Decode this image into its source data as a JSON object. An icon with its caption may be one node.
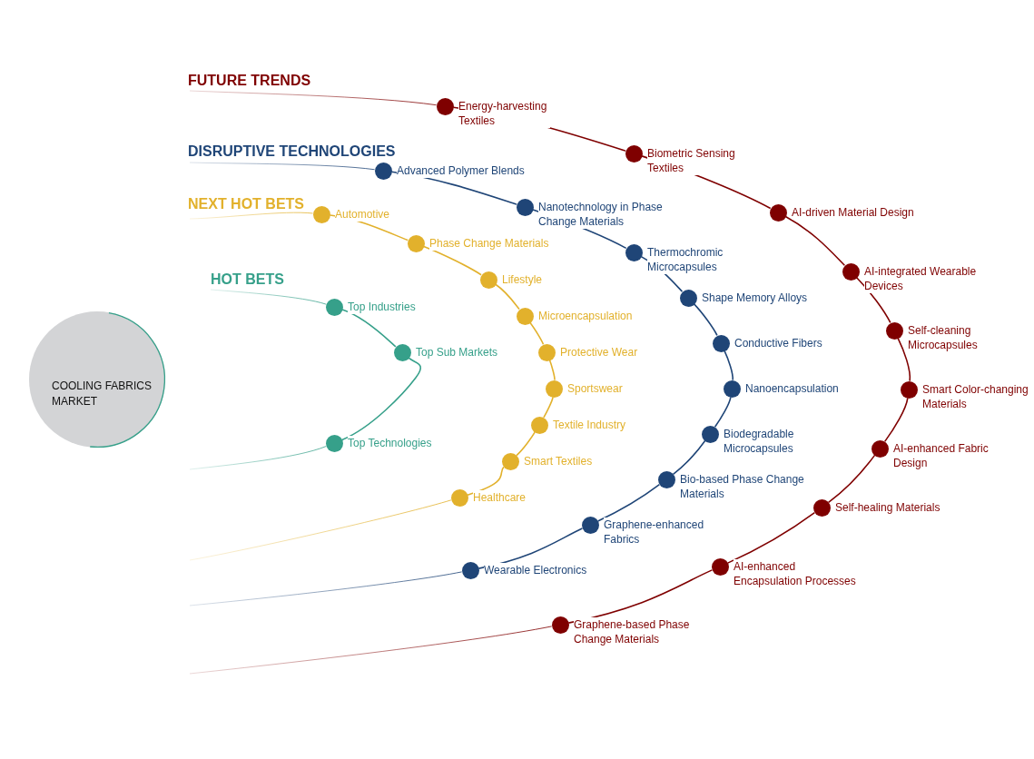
{
  "diagram": {
    "nodes": [
      {
        "text": [
          "COOLING FABRICS MARKET"
        ]
      },
      {
        "text": [
          "FUTURE TRENDS"
        ]
      },
      {
        "text": [],
        "shape": "circle",
        "beside": [
          "Energy-harvesting Textiles"
        ]
      },
      {
        "text": [],
        "shape": "circle",
        "beside": [
          "Biometric Sensing Textiles"
        ]
      },
      {
        "text": [],
        "shape": "circle",
        "beside": [
          "AI-driven Material Design"
        ]
      },
      {
        "text": [],
        "shape": "circle",
        "beside": [
          "AI-integrated Wearable Devices"
        ]
      },
      {
        "text": [],
        "shape": "circle",
        "beside": [
          "Self-cleaning Microcapsules"
        ]
      },
      {
        "text": [],
        "shape": "circle",
        "beside": [
          "Smart Color-changing Materials"
        ]
      },
      {
        "text": [],
        "shape": "circle",
        "beside": [
          "AI-enhanced Fabric Design"
        ]
      },
      {
        "text": [],
        "shape": "circle",
        "beside": [
          "Self-healing Materials"
        ]
      },
      {
        "text": [],
        "shape": "circle",
        "beside": [
          "AI-enhanced Encapsulation Processes"
        ]
      },
      {
        "text": [],
        "shape": "circle",
        "beside": [
          "Graphene-based Phase Change Materials"
        ]
      },
      {
        "text": [
          "DISRUPTIVE TECHNOLOGIES"
        ]
      },
      {
        "text": [],
        "shape": "circle",
        "beside": [
          "Advanced Polymer Blends"
        ]
      },
      {
        "text": [],
        "shape": "circle",
        "beside": [
          "Nanotechnology in Phase Change Materials"
        ]
      },
      {
        "text": [],
        "shape": "circle",
        "beside": [
          "Thermochromic Microcapsules"
        ]
      },
      {
        "text": [],
        "shape": "circle",
        "beside": [
          "Shape Memory Alloys"
        ]
      },
      {
        "text": [],
        "shape": "circle",
        "beside": [
          "Conductive Fibers"
        ]
      },
      {
        "text": [],
        "shape": "circle",
        "beside": [
          "Nanoencapsulation"
        ]
      },
      {
        "text": [],
        "shape": "circle",
        "beside": [
          "Biodegradable Microcapsules"
        ]
      },
      {
        "text": [],
        "shape": "circle",
        "beside": [
          "Bio-based Phase Change Materials"
        ]
      },
      {
        "text": [],
        "shape": "circle",
        "beside": [
          "Graphene-enhanced Fabrics"
        ]
      },
      {
        "text": [],
        "shape": "circle",
        "beside": [
          "Wearable Electronics"
        ]
      },
      {
        "text": [
          "NEXT HOT BETS"
        ]
      },
      {
        "text": [],
        "shape": "circle",
        "beside": [
          "Automotive"
        ]
      },
      {
        "text": [],
        "shape": "circle",
        "beside": [
          "Phase Change Materials"
        ]
      },
      {
        "text": [],
        "shape": "circle",
        "beside": [
          "Lifestyle"
        ]
      },
      {
        "text": [],
        "shape": "circle",
        "beside": [
          "Microencapsulation"
        ]
      },
      {
        "text": [],
        "shape": "circle",
        "beside": [
          "Protective Wear"
        ]
      },
      {
        "text": [],
        "shape": "circle",
        "beside": [
          "Sportswear"
        ]
      },
      {
        "text": [],
        "shape": "circle",
        "beside": [
          "Textile Industry"
        ]
      },
      {
        "text": [],
        "shape": "circle",
        "beside": [
          "Smart Textiles"
        ]
      },
      {
        "text": [],
        "shape": "circle",
        "beside": [
          "Healthcare"
        ]
      },
      {
        "text": [
          "HOT BETS"
        ]
      },
      {
        "text": [],
        "shape": "circle",
        "beside": [
          "Top Industries"
        ]
      },
      {
        "text": [],
        "shape": "circle",
        "beside": [
          "Top Sub Markets"
        ]
      },
      {
        "text": [],
        "shape": "circle",
        "beside": [
          "Top Technologies"
        ]
      }
    ],
    "edges": [
      {
        "from": 1,
        "to": 2,
        "arrow": "none",
        "color": "#7f0000"
      },
      {
        "from": 2,
        "to": 3,
        "arrow": "none",
        "color": "#7f0000"
      },
      {
        "from": 3,
        "to": 4,
        "arrow": "none",
        "color": "#7f0000"
      },
      {
        "from": 4,
        "to": 5,
        "arrow": "none",
        "color": "#7f0000"
      },
      {
        "from": 5,
        "to": 6,
        "arrow": "none",
        "color": "#7f0000"
      },
      {
        "from": 6,
        "to": 7,
        "arrow": "none",
        "color": "#7f0000"
      },
      {
        "from": 7,
        "to": 8,
        "arrow": "none",
        "color": "#7f0000"
      },
      {
        "from": 8,
        "to": 9,
        "arrow": "none",
        "color": "#7f0000"
      },
      {
        "from": 9,
        "to": 10,
        "arrow": "none",
        "color": "#7f0000"
      },
      {
        "from": 10,
        "to": 11,
        "arrow": "none",
        "color": "#7f0000"
      },
      {
        "from": 11,
        "to": null,
        "arrow": "none",
        "color": "#7f0000"
      },
      {
        "from": 12,
        "to": 13,
        "arrow": "none",
        "color": "#1f4577"
      },
      {
        "from": 13,
        "to": 14,
        "arrow": "none",
        "color": "#1f4577"
      },
      {
        "from": 14,
        "to": 15,
        "arrow": "none",
        "color": "#1f4577"
      },
      {
        "from": 15,
        "to": 16,
        "arrow": "none",
        "color": "#1f4577"
      },
      {
        "from": 16,
        "to": 17,
        "arrow": "none",
        "color": "#1f4577"
      },
      {
        "from": 17,
        "to": 18,
        "arrow": "none",
        "color": "#1f4577"
      },
      {
        "from": 18,
        "to": 19,
        "arrow": "none",
        "color": "#1f4577"
      },
      {
        "from": 19,
        "to": 20,
        "arrow": "none",
        "color": "#1f4577"
      },
      {
        "from": 20,
        "to": 21,
        "arrow": "none",
        "color": "#1f4577"
      },
      {
        "from": 21,
        "to": 22,
        "arrow": "none",
        "color": "#1f4577"
      },
      {
        "from": 22,
        "to": null,
        "arrow": "none",
        "color": "#1f4577"
      },
      {
        "from": 23,
        "to": 24,
        "arrow": "none",
        "color": "#e2b12c"
      },
      {
        "from": 24,
        "to": 25,
        "arrow": "none",
        "color": "#e2b12c"
      },
      {
        "from": 25,
        "to": 26,
        "arrow": "none",
        "color": "#e2b12c"
      },
      {
        "from": 26,
        "to": 27,
        "arrow": "none",
        "color": "#e2b12c"
      },
      {
        "from": 27,
        "to": 28,
        "arrow": "none",
        "color": "#e2b12c"
      },
      {
        "from": 28,
        "to": 29,
        "arrow": "none",
        "color": "#e2b12c"
      },
      {
        "from": 29,
        "to": 30,
        "arrow": "none",
        "color": "#e2b12c"
      },
      {
        "from": 30,
        "to": 31,
        "arrow": "none",
        "color": "#e2b12c"
      },
      {
        "from": 31,
        "to": 32,
        "arrow": "none",
        "color": "#e2b12c"
      },
      {
        "from": 32,
        "to": null,
        "arrow": "none",
        "color": "#e2b12c"
      },
      {
        "from": 33,
        "to": 34,
        "arrow": "none",
        "color": "#36a08a"
      },
      {
        "from": 34,
        "to": 35,
        "arrow": "none",
        "color": "#36a08a"
      },
      {
        "from": 35,
        "to": 36,
        "arrow": "none",
        "color": "#36a08a"
      },
      {
        "from": 36,
        "to": null,
        "arrow": "none",
        "color": "#36a08a"
      }
    ]
  }
}
